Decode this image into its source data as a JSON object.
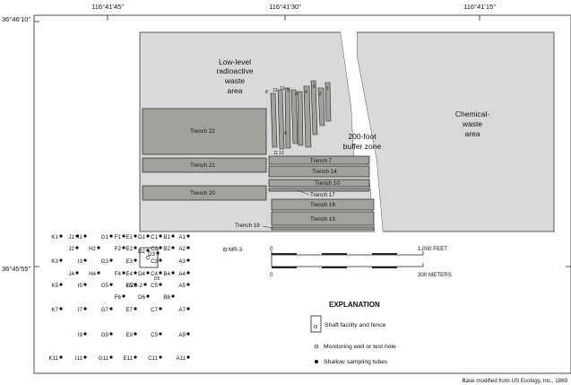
{
  "coordinates": {
    "top": [
      "116°41'45\"",
      "116°41'30\"",
      "116°41'15\""
    ],
    "left": [
      "36°46'10\"",
      "36°45'55\""
    ]
  },
  "areas": {
    "low_level": [
      "Low-level",
      "radioactive",
      "waste",
      "area"
    ],
    "chemical": [
      "Chemical-",
      "waste",
      "area"
    ],
    "buffer": [
      "200-foot",
      "buffer zone"
    ]
  },
  "trenches": {
    "t22": "Trench 22",
    "t21": "Trench 21",
    "t20": "Trench 20",
    "t7": "Trench 7",
    "t14": "Trench 14",
    "t10": "Trench 10",
    "t17": "Trench 17",
    "t16": "Trench 16",
    "t19": "Trench 19",
    "t18": "Trench 18"
  },
  "small_trench_labels": [
    "8",
    "12",
    "13",
    "5",
    "3",
    "4",
    "6",
    "2",
    "1",
    "11",
    "9",
    "13"
  ],
  "wells": {
    "rows": [
      [
        "K1",
        "J1",
        "I1",
        "G1",
        "F1",
        "E1",
        "D1",
        "C1",
        "B1",
        "A1"
      ],
      [
        "J2",
        "H2",
        "F2",
        "E2",
        "D2",
        "D3",
        "C2",
        "B2",
        "A2"
      ],
      [
        "K3",
        "I3",
        "G3",
        "E3",
        "C3",
        "A3"
      ],
      [
        "J4",
        "H4",
        "F4",
        "E4",
        "D4",
        "C4",
        "B4",
        "A4"
      ],
      [
        "K5",
        "I5",
        "G5",
        "E5",
        "UZB-2",
        "C5",
        "A5"
      ],
      [
        "F6",
        "D6",
        "B6"
      ],
      [
        "K7",
        "I7",
        "G7",
        "E7",
        "C7",
        "A7"
      ],
      [
        "I9",
        "G9",
        "E9",
        "C9",
        "A9"
      ],
      [
        "K11",
        "I11",
        "G11",
        "E11",
        "C11",
        "A11"
      ]
    ],
    "extra": [
      "D5",
      "MR-3"
    ]
  },
  "scale": {
    "feet_start": "0",
    "feet_end": "1,000 FEET",
    "meters_start": "0",
    "meters_end": "300 METERS"
  },
  "explanation": {
    "title": "EXPLANATION",
    "shaft": "Shaft facility and fence",
    "monitoring": "Monitoring well or test hole",
    "sampling": "Shallow sampling tubes"
  },
  "credit": "Base modified from US Ecology, Inc., 1989",
  "colors": {
    "area_fill": "#d9d9d9",
    "trench_fill": "#9fa39c",
    "line": "#222222"
  }
}
